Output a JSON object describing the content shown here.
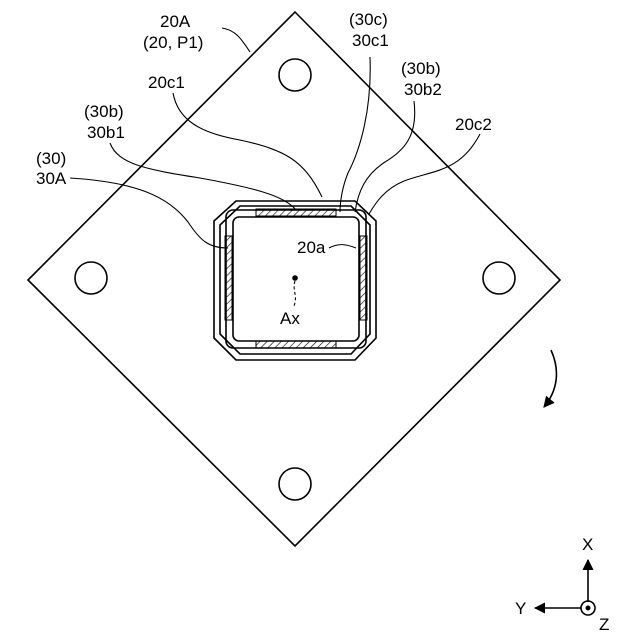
{
  "figure": {
    "labels": {
      "plate": "20A",
      "plate_ref": "(20, P1)",
      "label_30c": "(30c)",
      "label_30c1": "30c1",
      "label_30b_upper": "(30b)",
      "label_30b2": "30b2",
      "label_20c1": "20c1",
      "label_30b_left": "(30b)",
      "label_30b1": "30b1",
      "label_20c2": "20c2",
      "label_30": "(30)",
      "label_30A": "30A",
      "opening": "20a",
      "axis": "Ax"
    },
    "coordinate_axes": {
      "x": "X",
      "y": "Y",
      "z": "Z"
    },
    "holes": 4,
    "rotation_direction": "clockwise"
  }
}
